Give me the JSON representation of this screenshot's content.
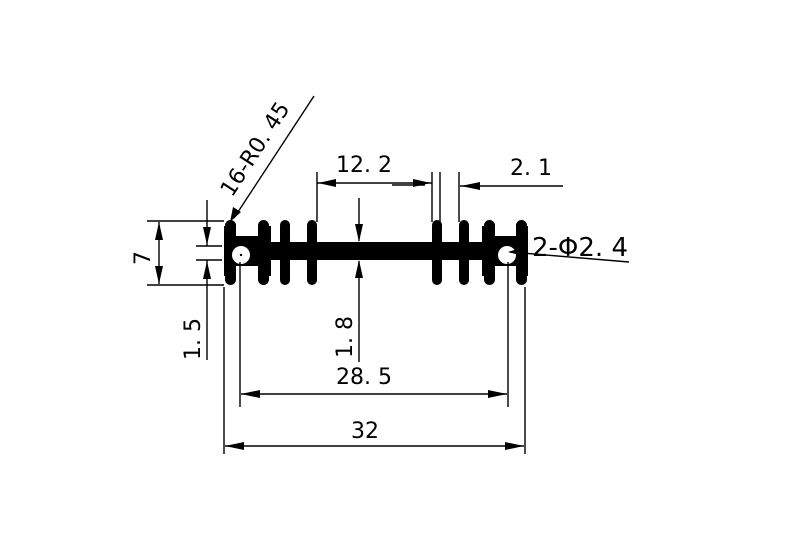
{
  "drawing": {
    "type": "heatsink extrusion profile cross-section",
    "colors": {
      "line": "#000000",
      "fill": "#000000",
      "background": "#ffffff"
    },
    "dimensions": {
      "fillet_radius": "16-R0. 45",
      "fin_gap_width": "12. 2",
      "fin_pitch_small": "2. 1",
      "hole_diameter": "2-Φ2. 4",
      "overall_height": "7",
      "base_offset": "1. 5",
      "base_thickness": "1. 8",
      "inner_width": "28. 5",
      "overall_width": "32"
    }
  }
}
